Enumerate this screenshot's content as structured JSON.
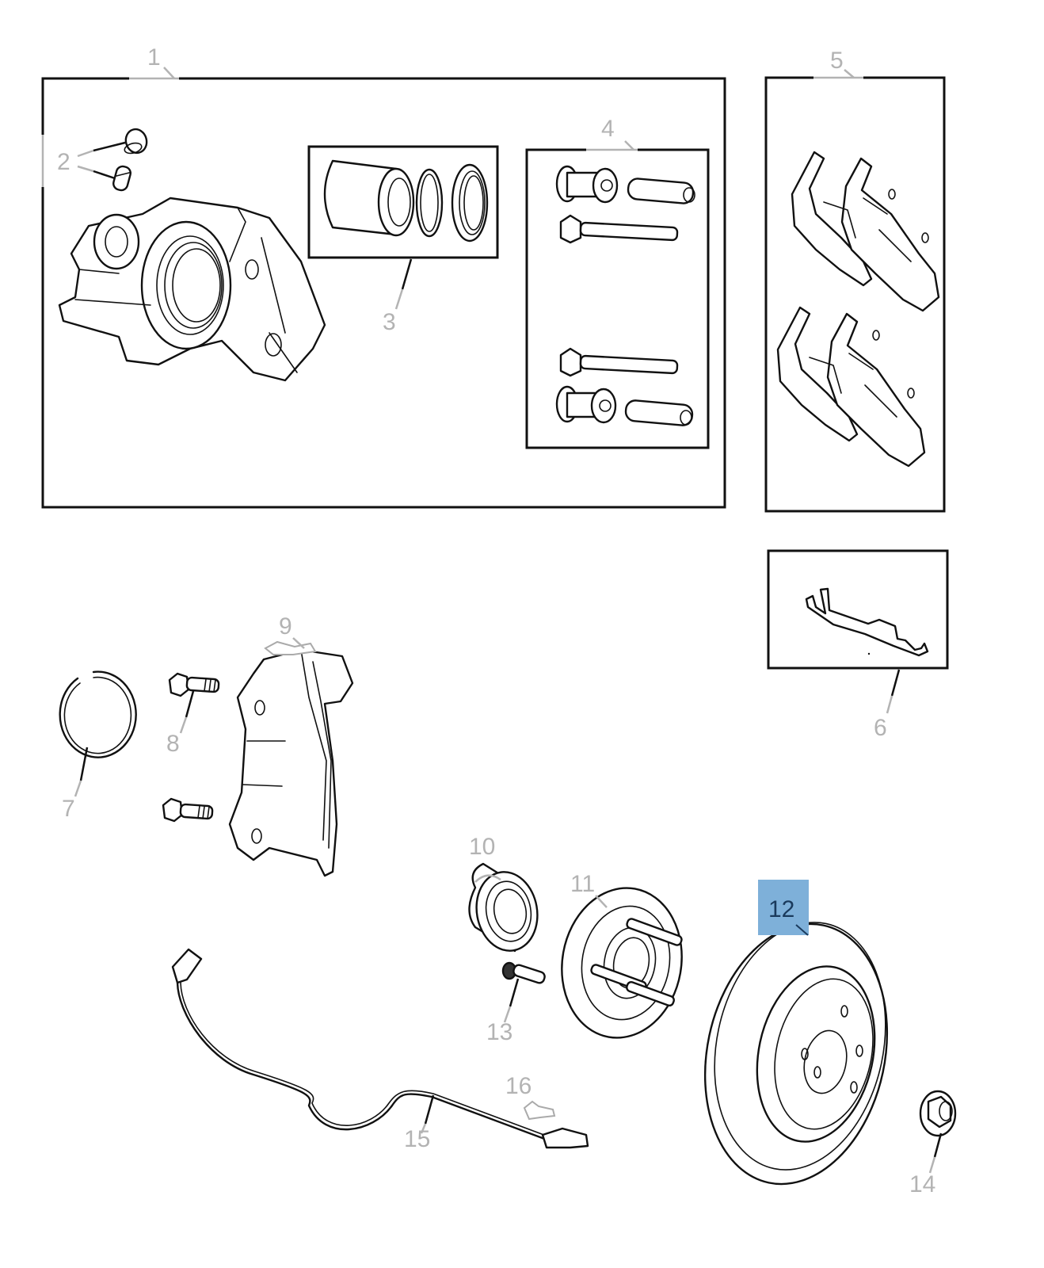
{
  "diagram": {
    "title": "Rear brake assembly exploded parts view",
    "label_color": "#b3b3b3",
    "highlight_color": "#7eb0d9",
    "highlight_text_color": "#1a3a5c",
    "selected_callout": "12",
    "callouts": [
      {
        "id": "1",
        "label": "1",
        "part": "caliper-assembly-box"
      },
      {
        "id": "2",
        "label": "2",
        "part": "bleeder-screw-and-cap"
      },
      {
        "id": "3",
        "label": "3",
        "part": "piston-seal-kit"
      },
      {
        "id": "4",
        "label": "4",
        "part": "guide-pin-bolt-kit"
      },
      {
        "id": "5",
        "label": "5",
        "part": "brake-pad-set"
      },
      {
        "id": "6",
        "label": "6",
        "part": "pad-clip-hardware"
      },
      {
        "id": "7",
        "label": "7",
        "part": "retaining-ring"
      },
      {
        "id": "8",
        "label": "8",
        "part": "anchor-bolts"
      },
      {
        "id": "9",
        "label": "9",
        "part": "caliper-anchor-bracket"
      },
      {
        "id": "10",
        "label": "10",
        "part": "wheel-bearing"
      },
      {
        "id": "11",
        "label": "11",
        "part": "hub-and-studs"
      },
      {
        "id": "12",
        "label": "12",
        "part": "brake-rotor",
        "highlighted": true
      },
      {
        "id": "13",
        "label": "13",
        "part": "wheel-stud"
      },
      {
        "id": "14",
        "label": "14",
        "part": "hub-nut"
      },
      {
        "id": "15",
        "label": "15",
        "part": "wheel-speed-sensor-harness"
      },
      {
        "id": "16",
        "label": "16",
        "part": "sensor-bolt"
      }
    ]
  }
}
